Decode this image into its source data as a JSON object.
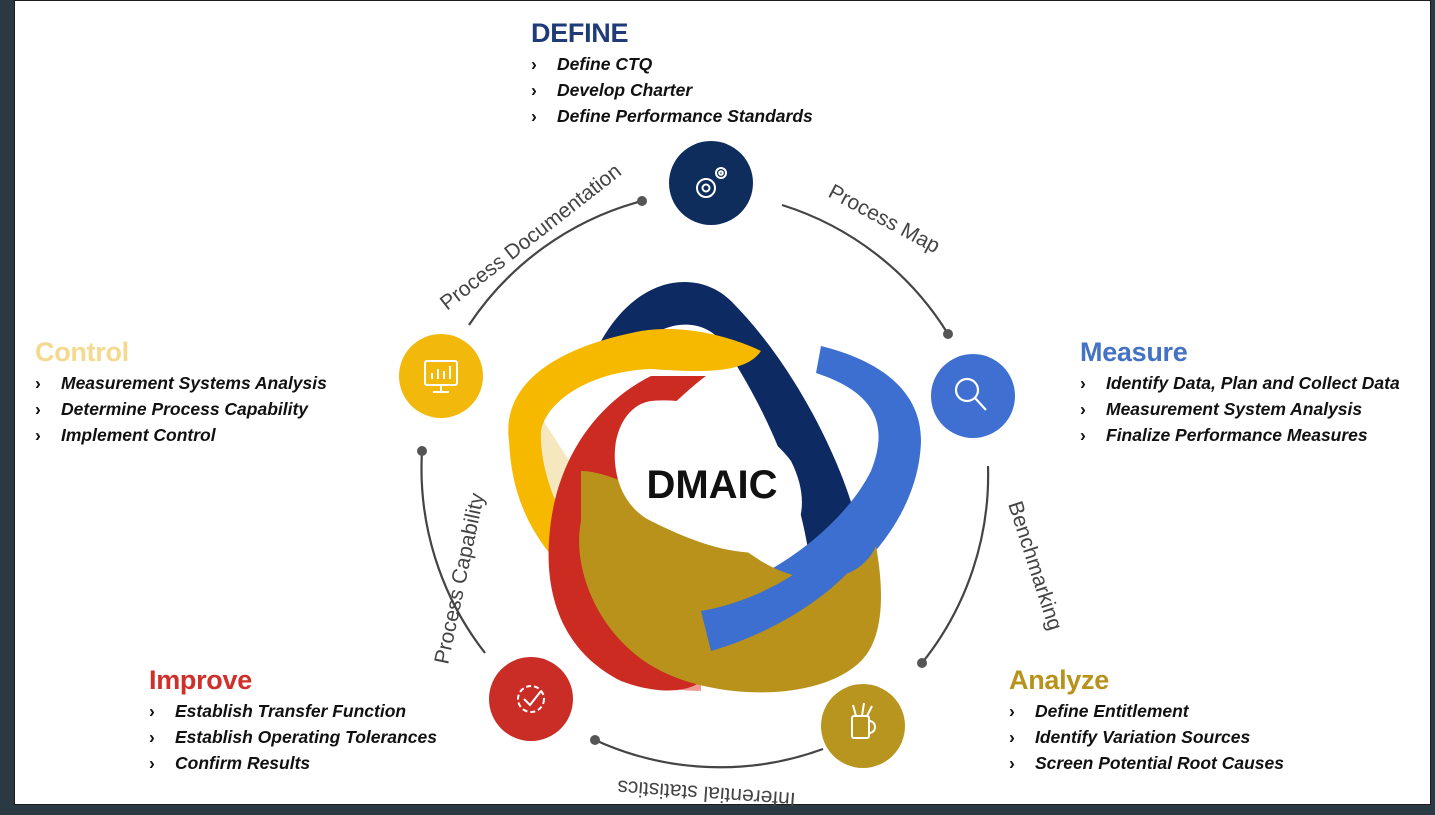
{
  "center_label": "DMAIC",
  "colors": {
    "define": "#1f3c78",
    "measure": "#4472c4",
    "analyze": "#b8921a",
    "improve": "#d0302a",
    "control": "#f5d98f",
    "define_icon": "#0f2d5c",
    "measure_icon": "#3f6fd0",
    "analyze_icon": "#b8951f",
    "improve_icon": "#c92d25",
    "control_icon": "#f2b90c",
    "ribbon_navy": "#0e2a62",
    "ribbon_blue": "#3d6fd0",
    "ribbon_gold": "#b8921a",
    "ribbon_yellow": "#f7b800",
    "ribbon_red": "#cc2b22"
  },
  "phases": {
    "define": {
      "title": "DEFINE",
      "icon": "gears-icon",
      "items": [
        "Define CTQ",
        "Develop Charter",
        "Define Performance Standards"
      ]
    },
    "measure": {
      "title": "Measure",
      "icon": "magnifier-icon",
      "items": [
        "Identify Data, Plan and Collect Data",
        "Measurement System Analysis",
        "Finalize Performance Measures"
      ]
    },
    "analyze": {
      "title": "Analyze",
      "icon": "cup-tools-icon",
      "items": [
        "Define Entitlement",
        "Identify Variation Sources",
        "Screen Potential Root Causes"
      ]
    },
    "improve": {
      "title": "Improve",
      "icon": "gear-check-icon",
      "items": [
        "Establish Transfer Function",
        "Establish Operating Tolerances",
        "Confirm Results"
      ]
    },
    "control": {
      "title": "Control",
      "icon": "monitor-chart-icon",
      "items": [
        "Measurement Systems Analysis",
        "Determine Process Capability",
        "Implement Control"
      ]
    }
  },
  "connectors": {
    "process_map": "Process Map",
    "benchmarking": "Benchmarking",
    "inferential_statistics": "Inferential statistics",
    "process_capability": "Process Capability",
    "process_documentation": "Process Documentation"
  },
  "bullet_glyph": "›"
}
